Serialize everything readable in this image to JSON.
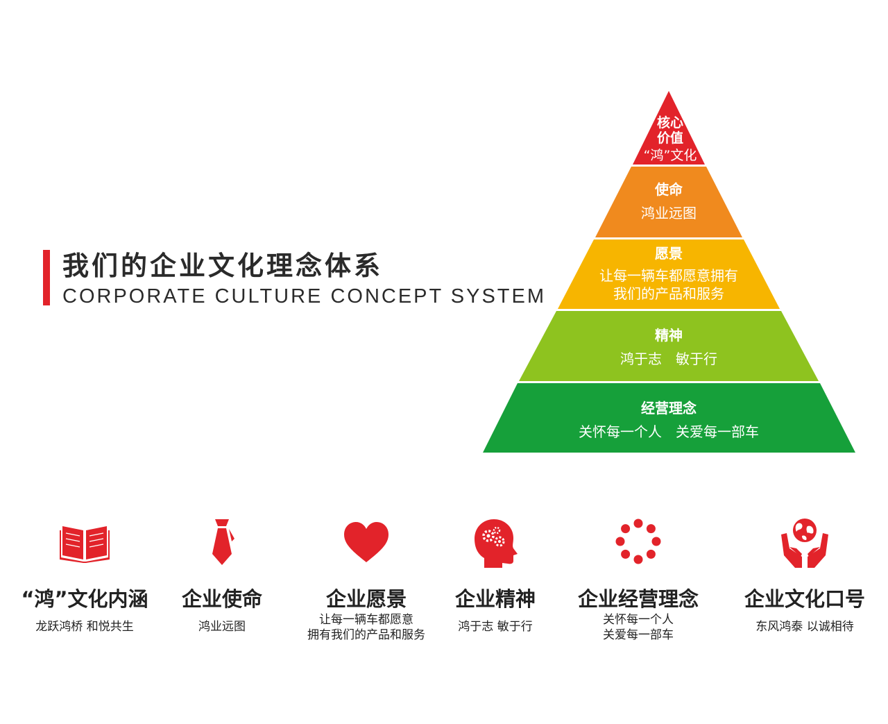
{
  "heading": {
    "title_cn": "我们的企业文化理念体系",
    "title_en": "CORPORATE CULTURE CONCEPT SYSTEM"
  },
  "pyramid": {
    "levels": [
      {
        "title_line1": "核心",
        "title_line2": "价值",
        "desc": "“鸿”文化",
        "color": "#e2232a"
      },
      {
        "title": "使命",
        "desc": "鸿业远图",
        "color": "#f08a1e"
      },
      {
        "title": "愿景",
        "desc_line1": "让每一辆车都愿意拥有",
        "desc_line2": "我们的产品和服务",
        "color": "#f7b500"
      },
      {
        "title": "精神",
        "desc": "鸿于志　敏于行",
        "color": "#8ec31f"
      },
      {
        "title": "经营理念",
        "desc": "关怀每一个人　关爱每一部车",
        "color": "#16a03a"
      }
    ]
  },
  "icons": {
    "accent_color": "#e2232a",
    "items": [
      {
        "icon": "open-book-icon",
        "title": "“鸿”文化内涵",
        "desc_line1": "龙跃鸿桥 和悦共生",
        "desc_line2": ""
      },
      {
        "icon": "necktie-icon",
        "title": "企业使命",
        "desc_line1": "鸿业远图",
        "desc_line2": ""
      },
      {
        "icon": "heart-icon",
        "title": "企业愿景",
        "desc_line1": "让每一辆车都愿意",
        "desc_line2": "拥有我们的产品和服务"
      },
      {
        "icon": "head-gears-icon",
        "title": "企业精神",
        "desc_line1": "鸿于志 敏于行",
        "desc_line2": ""
      },
      {
        "icon": "circle-dots-icon",
        "title": "企业经营理念",
        "desc_line1": "关怀每一个人",
        "desc_line2": "关爱每一部车"
      },
      {
        "icon": "globe-hands-icon",
        "title": "企业文化口号",
        "desc_line1": "东风鸿泰 以诚相待",
        "desc_line2": ""
      }
    ]
  }
}
